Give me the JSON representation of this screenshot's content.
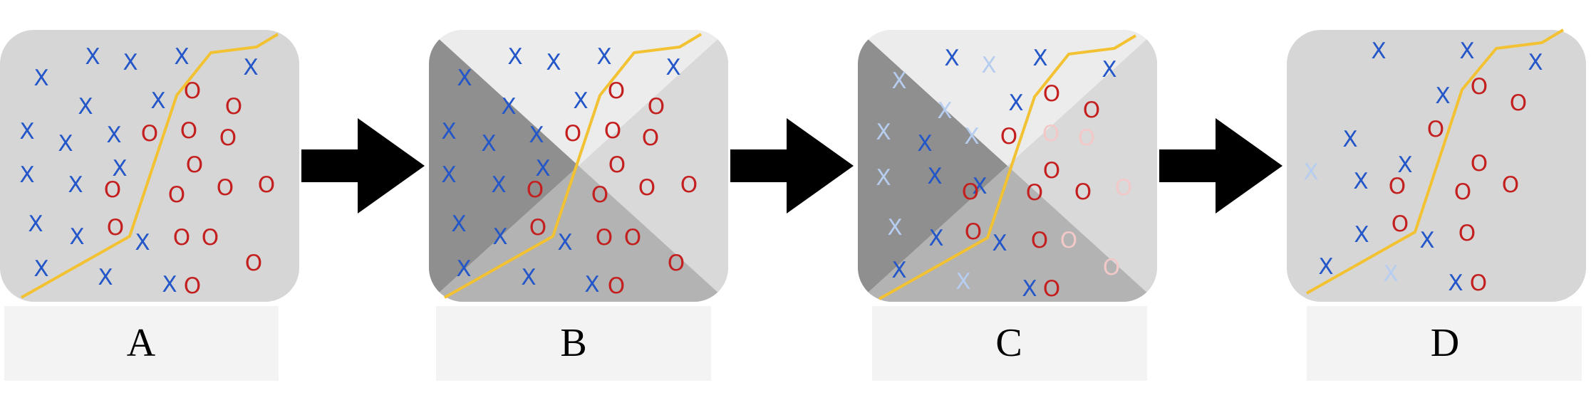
{
  "colors": {
    "x_mark": "#2356c8",
    "x_faded": "#b7cdf0",
    "o_mark": "#c41f1f",
    "o_faded": "#f2c8c8",
    "boundary": "#f2c232",
    "panel_bg": "#d6d6d6",
    "label_bg": "#f3f3f3",
    "arrow": "#000000",
    "shade_left": "#8f8f8f",
    "shade_top": "#ececec",
    "shade_right": "#d9d9d9",
    "shade_bottom": "#b3b3b3"
  },
  "marks": {
    "x_symbol": "X",
    "o_symbol": "O"
  },
  "panels": [
    {
      "label": "A",
      "quadrants": false,
      "points": {
        "x": [
          [
            58,
            110
          ],
          [
            130,
            80
          ],
          [
            183,
            88
          ],
          [
            255,
            80
          ],
          [
            352,
            95
          ],
          [
            120,
            150
          ],
          [
            222,
            142
          ],
          [
            38,
            185
          ],
          [
            92,
            202
          ],
          [
            160,
            190
          ],
          [
            168,
            237
          ],
          [
            38,
            246
          ],
          [
            106,
            260
          ],
          [
            50,
            315
          ],
          [
            108,
            333
          ],
          [
            200,
            341
          ],
          [
            58,
            378
          ],
          [
            148,
            390
          ],
          [
            238,
            400
          ]
        ],
        "x_faded": [],
        "o": [
          [
            270,
            128
          ],
          [
            328,
            150
          ],
          [
            210,
            188
          ],
          [
            265,
            184
          ],
          [
            320,
            194
          ],
          [
            273,
            232
          ],
          [
            158,
            267
          ],
          [
            248,
            274
          ],
          [
            316,
            264
          ],
          [
            374,
            260
          ],
          [
            162,
            320
          ],
          [
            255,
            334
          ],
          [
            295,
            334
          ],
          [
            356,
            370
          ],
          [
            270,
            402
          ]
        ],
        "o_faded": []
      }
    },
    {
      "label": "B",
      "quadrants": true,
      "points": {
        "x": [
          [
            652,
            110
          ],
          [
            723,
            80
          ],
          [
            777,
            88
          ],
          [
            848,
            80
          ],
          [
            945,
            95
          ],
          [
            714,
            150
          ],
          [
            815,
            142
          ],
          [
            630,
            185
          ],
          [
            686,
            202
          ],
          [
            753,
            190
          ],
          [
            762,
            237
          ],
          [
            630,
            246
          ],
          [
            700,
            260
          ],
          [
            644,
            315
          ],
          [
            702,
            333
          ],
          [
            793,
            341
          ],
          [
            651,
            378
          ],
          [
            742,
            390
          ],
          [
            831,
            400
          ]
        ],
        "x_faded": [],
        "o": [
          [
            865,
            128
          ],
          [
            921,
            150
          ],
          [
            804,
            188
          ],
          [
            860,
            184
          ],
          [
            913,
            194
          ],
          [
            866,
            232
          ],
          [
            751,
            267
          ],
          [
            842,
            274
          ],
          [
            908,
            264
          ],
          [
            967,
            260
          ],
          [
            755,
            320
          ],
          [
            848,
            334
          ],
          [
            888,
            334
          ],
          [
            949,
            370
          ],
          [
            865,
            402
          ]
        ],
        "o_faded": []
      }
    },
    {
      "label": "C",
      "quadrants": true,
      "points": {
        "x": [
          [
            1336,
            82
          ],
          [
            1460,
            82
          ],
          [
            1557,
            98
          ],
          [
            1426,
            145
          ],
          [
            1298,
            202
          ],
          [
            1312,
            248
          ],
          [
            1375,
            262
          ],
          [
            1314,
            335
          ],
          [
            1403,
            342
          ],
          [
            1262,
            380
          ],
          [
            1445,
            406
          ]
        ],
        "x_faded": [
          [
            1262,
            114
          ],
          [
            1388,
            92
          ],
          [
            1326,
            156
          ],
          [
            1364,
            192
          ],
          [
            1240,
            186
          ],
          [
            1240,
            250
          ],
          [
            1256,
            320
          ],
          [
            1352,
            396
          ]
        ],
        "o": [
          [
            1476,
            132
          ],
          [
            1532,
            155
          ],
          [
            1416,
            192
          ],
          [
            1476,
            240
          ],
          [
            1362,
            270
          ],
          [
            1452,
            271
          ],
          [
            1520,
            270
          ],
          [
            1366,
            326
          ],
          [
            1459,
            338
          ],
          [
            1476,
            406
          ]
        ],
        "o_faded": [
          [
            1475,
            188
          ],
          [
            1525,
            194
          ],
          [
            1577,
            264
          ],
          [
            1500,
            338
          ],
          [
            1560,
            376
          ]
        ]
      }
    },
    {
      "label": "D",
      "quadrants": false,
      "points": {
        "x": [
          [
            1935,
            72
          ],
          [
            2059,
            72
          ],
          [
            2155,
            88
          ],
          [
            2025,
            135
          ],
          [
            1895,
            196
          ],
          [
            1972,
            232
          ],
          [
            1910,
            255
          ],
          [
            1911,
            330
          ],
          [
            2003,
            338
          ],
          [
            1861,
            375
          ],
          [
            2043,
            398
          ]
        ],
        "x_faded": [
          [
            1840,
            242
          ],
          [
            1952,
            385
          ]
        ],
        "o": [
          [
            2076,
            122
          ],
          [
            2131,
            145
          ],
          [
            2015,
            182
          ],
          [
            2076,
            230
          ],
          [
            1961,
            262
          ],
          [
            2053,
            270
          ],
          [
            2120,
            260
          ],
          [
            1965,
            315
          ],
          [
            2059,
            328
          ],
          [
            2075,
            398
          ]
        ],
        "o_faded": []
      }
    }
  ]
}
